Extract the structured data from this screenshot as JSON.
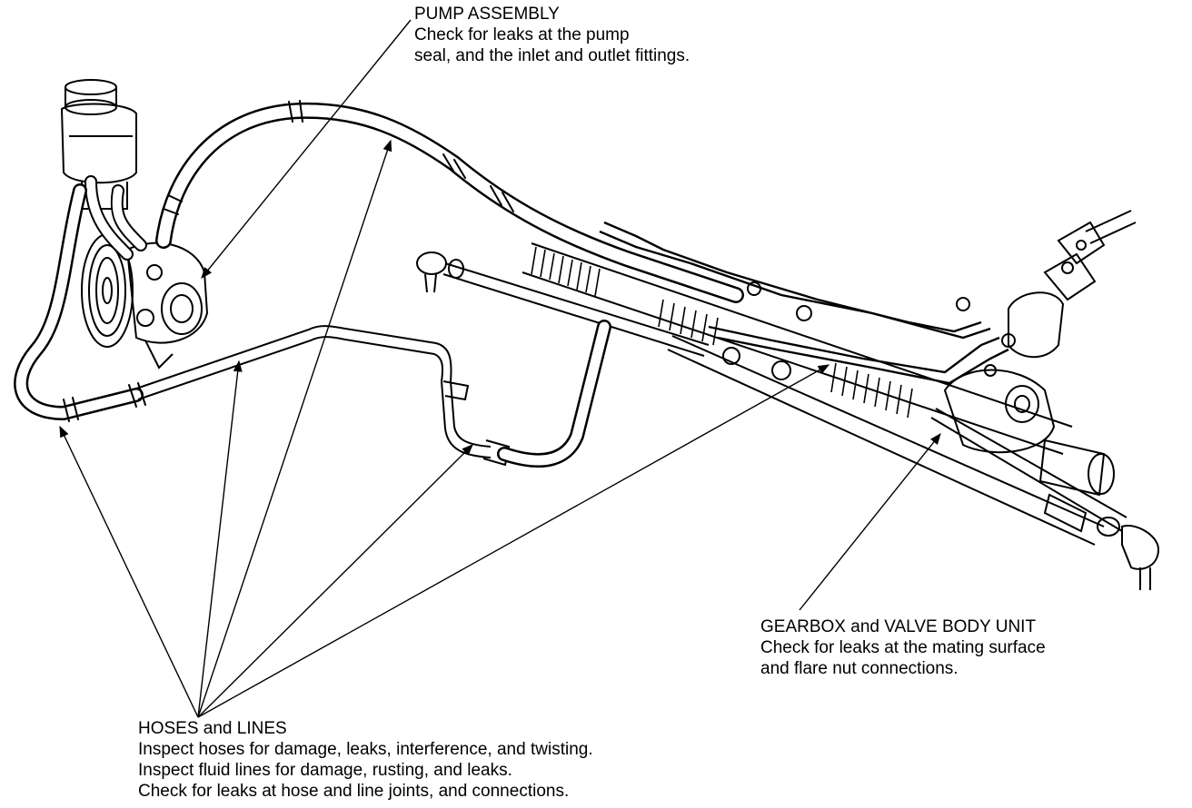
{
  "callouts": {
    "pump": {
      "title": "PUMP ASSEMBLY",
      "line1": "Check for leaks at the pump",
      "line2": "seal, and the inlet and outlet fittings."
    },
    "gearbox": {
      "title": "GEARBOX and VALVE BODY UNIT",
      "line1": "Check for leaks at the mating surface",
      "line2": "and flare nut connections."
    },
    "hoses": {
      "title": "HOSES and LINES",
      "line1": "Inspect hoses for damage, leaks, interference, and twisting.",
      "line2": "Inspect fluid lines for damage, rusting, and leaks.",
      "line3": "Check for leaks at hose and line joints, and connections."
    }
  }
}
